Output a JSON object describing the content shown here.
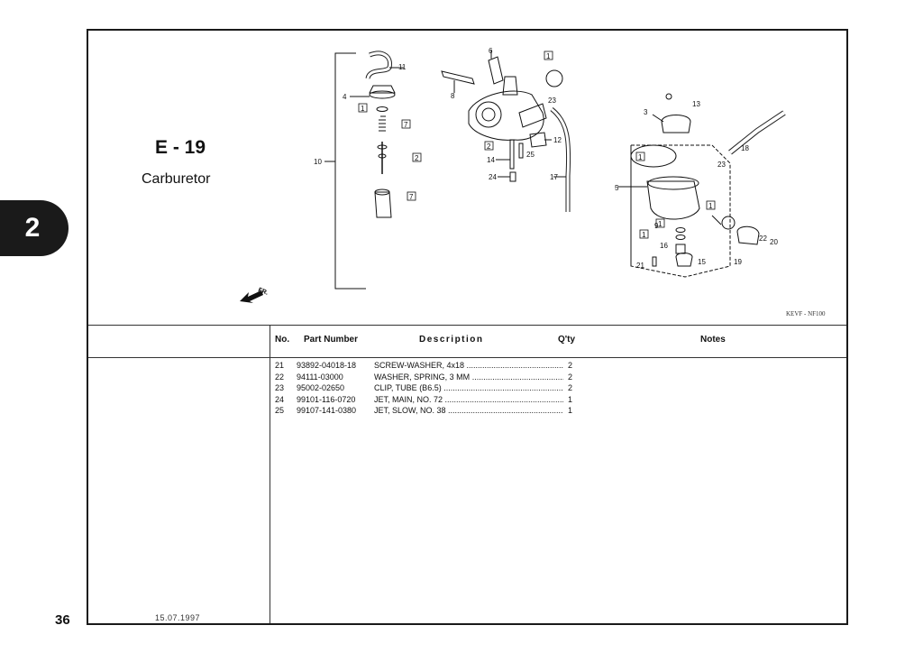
{
  "chapter_tab": "2",
  "page_number": "36",
  "date": "15.07.1997",
  "section": {
    "code": "E - 19",
    "title": "Carburetor"
  },
  "diagram": {
    "code": "KEVF - NF100",
    "front_label": "FR.",
    "callouts": {
      "c1": "11",
      "c2": "4",
      "c3": "10",
      "c4": "6",
      "c5": "8",
      "c6": "23",
      "c7": "12",
      "c8": "14",
      "c9": "25",
      "c10": "24",
      "c11": "17",
      "c12": "13",
      "c13": "3",
      "c14": "18",
      "c15": "23",
      "c16": "5",
      "c17": "9",
      "c18": "16",
      "c19": "15",
      "c20": "21",
      "c21": "22",
      "c22": "20",
      "c23": "19"
    },
    "boxes": {
      "b1": "1",
      "b2": "7",
      "b3": "2",
      "b4": "7",
      "b5": "1",
      "b6": "2",
      "b7": "1",
      "b8": "1",
      "b9": "1",
      "b10": "1"
    }
  },
  "table": {
    "headers": {
      "no": "No.",
      "part_number": "Part Number",
      "description": "Description",
      "qty": "Q'ty",
      "notes": "Notes"
    },
    "rows": [
      {
        "no": "21",
        "part_number": "93892-04018-18",
        "description": "SCREW-WASHER, 4x18",
        "qty": "2"
      },
      {
        "no": "22",
        "part_number": "94111-03000",
        "description": "WASHER, SPRING, 3 MM",
        "qty": "2"
      },
      {
        "no": "23",
        "part_number": "95002-02650",
        "description": "CLIP, TUBE (B6.5)",
        "qty": "2"
      },
      {
        "no": "24",
        "part_number": "99101-116-0720",
        "description": "JET, MAIN, NO. 72",
        "qty": "1"
      },
      {
        "no": "25",
        "part_number": "99107-141-0380",
        "description": "JET, SLOW, NO. 38",
        "qty": "1"
      }
    ]
  }
}
